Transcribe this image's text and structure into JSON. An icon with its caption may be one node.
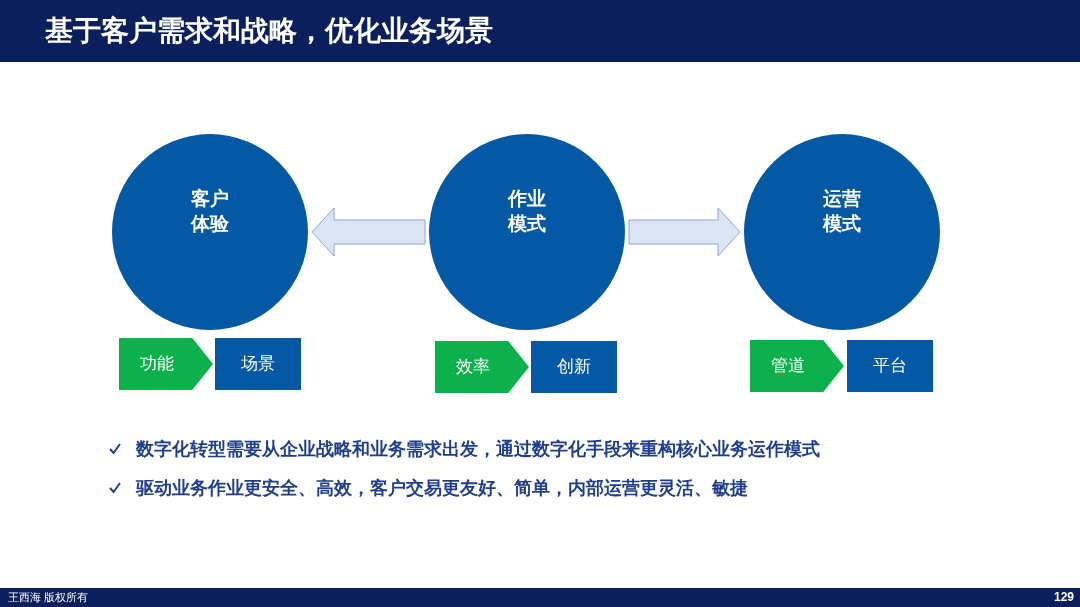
{
  "diagram": {
    "title": "基于客户需求和战略，优化业务场景",
    "nodes": [
      {
        "text": [
          "客户体验"
        ]
      },
      {
        "text": [
          "作业模式"
        ]
      },
      {
        "text": [
          "运营模式"
        ]
      },
      {
        "text": [
          "功能"
        ]
      },
      {
        "text": [
          "场景"
        ]
      },
      {
        "text": [
          "效率"
        ]
      },
      {
        "text": [
          "创新"
        ]
      },
      {
        "text": [
          "管道"
        ]
      },
      {
        "text": [
          "平台"
        ]
      }
    ],
    "edges": [
      {
        "from": 1,
        "to": 0,
        "arrow": "to"
      },
      {
        "from": 1,
        "to": 2,
        "arrow": "to"
      }
    ],
    "labels": [
      "数字化转型需要从企业战略和业务需求出发，通过数字化手段来重构核心业务运作模式",
      "驱动业务作业更安全、高效，客户交易更友好、简单，内部运营更灵活、敏捷",
      "王西海 版权所有",
      "129"
    ]
  }
}
